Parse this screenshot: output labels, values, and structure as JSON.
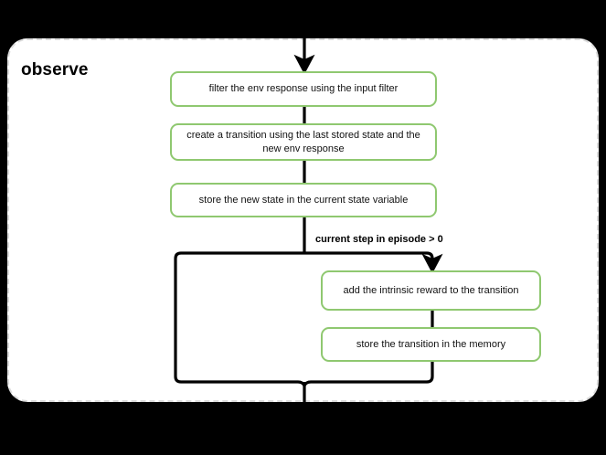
{
  "diagram": {
    "type": "flowchart",
    "background_color": "#000000",
    "group": {
      "title": "observe",
      "border_style": "dashed",
      "border_color": "#dcdcdc",
      "fill_color": "#ffffff"
    },
    "node_style": {
      "border_color": "#8fc870",
      "fill_color": "#ffffff",
      "text_color": "#111111"
    },
    "nodes": [
      {
        "id": "n1",
        "label": "filter the env response using the input filter"
      },
      {
        "id": "n2",
        "label": "create a transition using the last stored state and the new env response"
      },
      {
        "id": "n3",
        "label": "store the new state in the current state variable"
      },
      {
        "id": "n4",
        "label": "add the intrinsic reward to the transition"
      },
      {
        "id": "n5",
        "label": "store the transition in the memory"
      }
    ],
    "edge_labels": [
      {
        "id": "cond1",
        "text": "current step in episode > 0"
      }
    ],
    "edges": [
      {
        "from": "entry",
        "to": "n1",
        "arrow": true
      },
      {
        "from": "n1",
        "to": "n2",
        "arrow": false
      },
      {
        "from": "n2",
        "to": "n3",
        "arrow": false
      },
      {
        "from": "n3",
        "to": "branch",
        "label": "current step in episode > 0"
      },
      {
        "from": "branch",
        "to": "n4",
        "arrow": true
      },
      {
        "from": "n4",
        "to": "n5",
        "arrow": false
      },
      {
        "from": "n5",
        "to": "merge",
        "arrow": false
      },
      {
        "from": "branch",
        "to": "merge",
        "arrow": false,
        "note": "bypass path on left"
      },
      {
        "from": "merge",
        "to": "exit",
        "arrow": false
      }
    ]
  }
}
